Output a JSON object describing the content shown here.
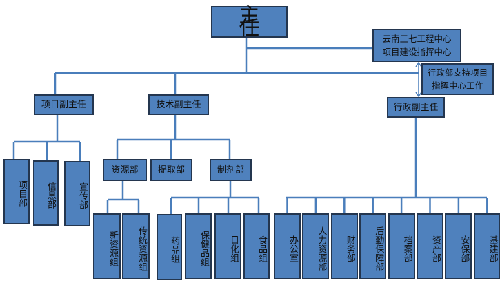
{
  "root": "主 任",
  "project_center": [
    "云南三七工程中心",
    "项目建设指挥中心"
  ],
  "support_note": [
    "行政部支持项目",
    "指挥中心工作"
  ],
  "deputies": {
    "project": "项目副主任",
    "technical": "技术副主任",
    "admin": "行政副主任"
  },
  "project_depts": [
    "项目部",
    "信息部",
    "宣传部"
  ],
  "tech_depts": [
    "资源部",
    "提取部",
    "制剂部"
  ],
  "resource_groups": [
    "新资源组",
    "传统资源组"
  ],
  "formulation_groups": [
    "药品组",
    "保健品组",
    "日化组",
    "食品组"
  ],
  "admin_depts": [
    "办公室",
    "人力资源部",
    "财务部",
    "后勤保障部",
    "档案部",
    "资产部",
    "安保部",
    "基建部"
  ],
  "colors": {
    "box": "#4f81bd",
    "line": "#4a7ebb",
    "border": "#24364f"
  }
}
